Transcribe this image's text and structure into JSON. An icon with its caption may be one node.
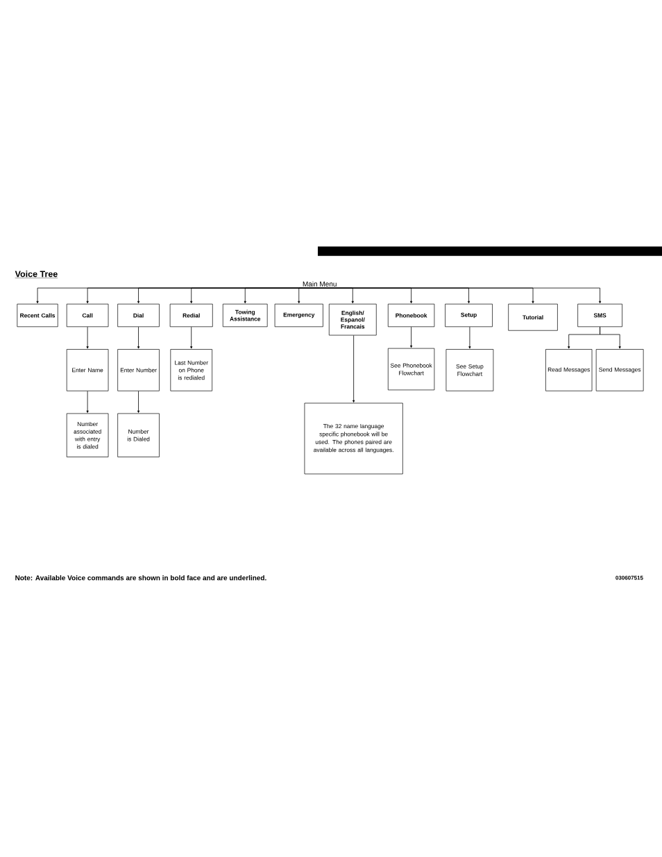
{
  "diagram": {
    "title": "Voice Tree",
    "nodes": [
      {
        "text": [
          "Main Menu"
        ]
      },
      {
        "text": [
          "Recent Calls"
        ]
      },
      {
        "text": [
          "Call"
        ]
      },
      {
        "text": [
          "Dial"
        ]
      },
      {
        "text": [
          "Redial"
        ]
      },
      {
        "text": [
          "Towing Assistance"
        ]
      },
      {
        "text": [
          "Emergency"
        ]
      },
      {
        "text": [
          "English/ Espanol/ Francais"
        ]
      },
      {
        "text": [
          "Phonebook"
        ]
      },
      {
        "text": [
          "Setup"
        ]
      },
      {
        "text": [
          "Tutorial"
        ]
      },
      {
        "text": [
          "SMS"
        ]
      },
      {
        "text": [
          "Enter Name"
        ]
      },
      {
        "text": [
          "Enter Number"
        ]
      },
      {
        "text": [
          "Last Number on Phone is redialed"
        ]
      },
      {
        "text": [
          "See Phonebook Flowchart"
        ]
      },
      {
        "text": [
          "See Setup Flowchart"
        ]
      },
      {
        "text": [
          "Read Messages"
        ]
      },
      {
        "text": [
          "Send Messages"
        ]
      },
      {
        "text": [
          "Number associated with entry is dialed"
        ]
      },
      {
        "text": [
          "Number is Dialed"
        ]
      },
      {
        "text": [
          "The 32 name language specific phonebook will be used. The phones paired are available across all languages."
        ]
      }
    ],
    "edges": [
      {
        "from": 0,
        "to": 1,
        "arrow": "to"
      },
      {
        "from": 0,
        "to": 2,
        "arrow": "to"
      },
      {
        "from": 0,
        "to": 3,
        "arrow": "to"
      },
      {
        "from": 0,
        "to": 4,
        "arrow": "to"
      },
      {
        "from": 0,
        "to": 5,
        "arrow": "to"
      },
      {
        "from": 0,
        "to": 6,
        "arrow": "to"
      },
      {
        "from": 0,
        "to": 7,
        "arrow": "to"
      },
      {
        "from": 0,
        "to": 8,
        "arrow": "to"
      },
      {
        "from": 0,
        "to": 9,
        "arrow": "to"
      },
      {
        "from": 0,
        "to": 10,
        "arrow": "to"
      },
      {
        "from": 0,
        "to": 11,
        "arrow": "to"
      },
      {
        "from": 2,
        "to": 12,
        "arrow": "to"
      },
      {
        "from": 12,
        "to": 19,
        "arrow": "to"
      },
      {
        "from": 3,
        "to": 13,
        "arrow": "to"
      },
      {
        "from": 13,
        "to": 20,
        "arrow": "to"
      },
      {
        "from": 4,
        "to": 14,
        "arrow": "to"
      },
      {
        "from": 7,
        "to": 21,
        "arrow": "to"
      },
      {
        "from": 8,
        "to": 15,
        "arrow": "to"
      },
      {
        "from": 9,
        "to": 16,
        "arrow": "to"
      },
      {
        "from": 11,
        "to": 17,
        "arrow": "to"
      },
      {
        "from": 11,
        "to": 18,
        "arrow": "to"
      }
    ],
    "labels": [
      "Note: Available Voice commands are shown in bold face and are underlined.",
      "030607515"
    ]
  }
}
